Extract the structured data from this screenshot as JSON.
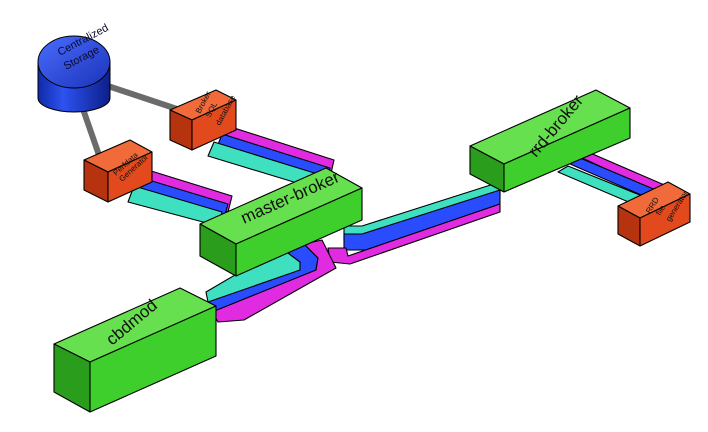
{
  "colors": {
    "node_green": "#3ecf2c",
    "node_orange": "#e24a1e",
    "storage_blue": "#1f3fd6",
    "pipe_cyan": "#3ee0c0",
    "pipe_blue": "#2a4cff",
    "pipe_magenta": "#e02be0",
    "link_gray": "#6b6b6b"
  },
  "nodes": {
    "storage": {
      "line1": "Centralized",
      "line2": "Storage"
    },
    "broker_db": {
      "line1": "Broker",
      "line2": "SQL",
      "line3": "database"
    },
    "perfdata": {
      "line1": "Perfdata",
      "line2": "Generator"
    },
    "master": {
      "label": "master-broker"
    },
    "rrd": {
      "label": "rrd-broker"
    },
    "rrdgen": {
      "line1": "RRD",
      "line2": "file",
      "line3": "generator"
    },
    "cbdmod": {
      "label": "cbdmod"
    }
  }
}
